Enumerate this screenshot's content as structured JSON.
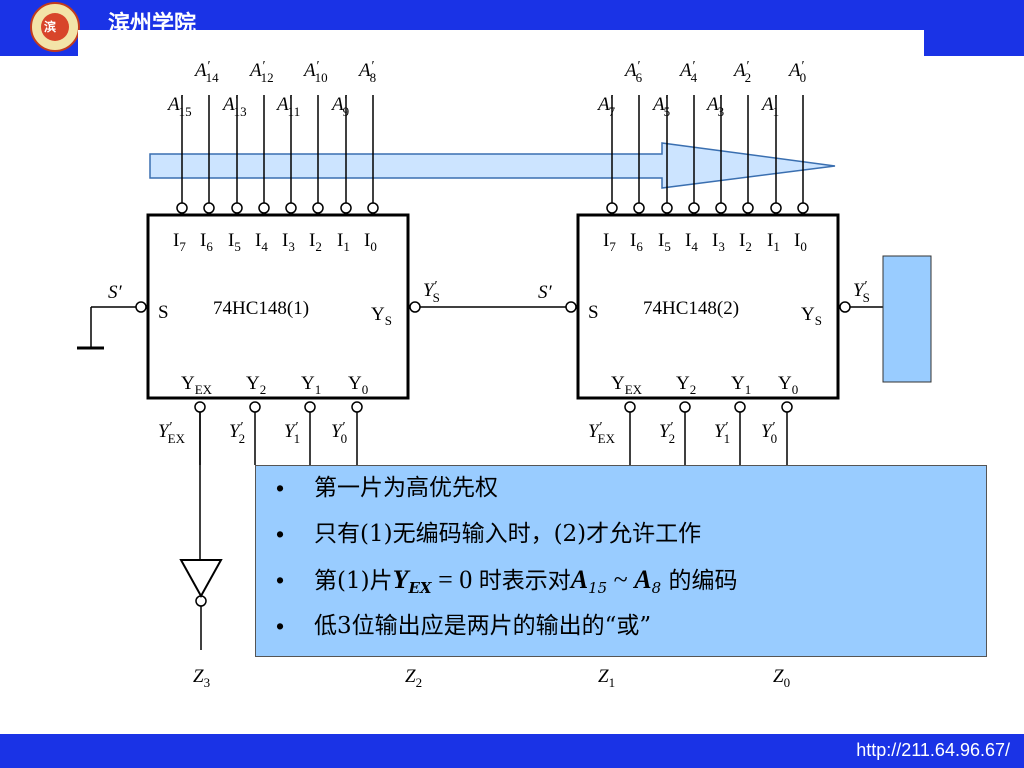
{
  "header": {
    "school_name": "滨州学院",
    "logo_text": "滨"
  },
  "footer": {
    "url": "http://211.64.96.67/"
  },
  "chips": [
    {
      "part": "74HC148(1)",
      "S": "S",
      "YS": "Y",
      "YS_sub": "S",
      "inputs": [
        {
          "n": "I",
          "s": "7"
        },
        {
          "n": "I",
          "s": "6"
        },
        {
          "n": "I",
          "s": "5"
        },
        {
          "n": "I",
          "s": "4"
        },
        {
          "n": "I",
          "s": "3"
        },
        {
          "n": "I",
          "s": "2"
        },
        {
          "n": "I",
          "s": "1"
        },
        {
          "n": "I",
          "s": "0"
        }
      ],
      "outputs": [
        {
          "n": "Y",
          "s": "EX"
        },
        {
          "n": "Y",
          "s": "2"
        },
        {
          "n": "Y",
          "s": "1"
        },
        {
          "n": "Y",
          "s": "0"
        }
      ],
      "in_s_label": "S′",
      "out_ys_label": "Y",
      "out_ys_sub": "S"
    },
    {
      "part": "74HC148(2)",
      "S": "S",
      "YS": "Y",
      "YS_sub": "S",
      "inputs": [
        {
          "n": "I",
          "s": "7"
        },
        {
          "n": "I",
          "s": "6"
        },
        {
          "n": "I",
          "s": "5"
        },
        {
          "n": "I",
          "s": "4"
        },
        {
          "n": "I",
          "s": "3"
        },
        {
          "n": "I",
          "s": "2"
        },
        {
          "n": "I",
          "s": "1"
        },
        {
          "n": "I",
          "s": "0"
        }
      ],
      "outputs": [
        {
          "n": "Y",
          "s": "EX"
        },
        {
          "n": "Y",
          "s": "2"
        },
        {
          "n": "Y",
          "s": "1"
        },
        {
          "n": "Y",
          "s": "0"
        }
      ],
      "in_s_label": "S′",
      "out_ys_label": "Y",
      "out_ys_sub": "S"
    }
  ],
  "address_labels_left_top": [
    "14",
    "12",
    "10",
    "8"
  ],
  "address_labels_left_bottom": [
    "15",
    "13",
    "11",
    "9"
  ],
  "address_labels_right_top": [
    "6",
    "4",
    "2",
    "0"
  ],
  "address_labels_right_bottom": [
    "7",
    "5",
    "3",
    "1"
  ],
  "address_letter": "A",
  "z_outputs": [
    {
      "n": "Z",
      "s": "3"
    },
    {
      "n": "Z",
      "s": "2"
    },
    {
      "n": "Z",
      "s": "1"
    },
    {
      "n": "Z",
      "s": "0"
    }
  ],
  "notes": {
    "bullet": "•",
    "item1": "第一片为高优先权",
    "item2": "只有(1)无编码输入时，(2)才允许工作",
    "item3_a": "第(1)片",
    "item3_y": "Y",
    "item3_ysub": "EX",
    "item3_eq": " = 0 ",
    "item3_b": "时表示对",
    "item3_a15": "A",
    "item3_a15sub": "15",
    "item3_tilde": " ~ ",
    "item3_a8": "A",
    "item3_a8sub": "8",
    "item3_c": " 的编码",
    "item4": "低3位输出应是两片的输出的“或”"
  },
  "colors": {
    "bar": "#1a33e6",
    "notes_bg": "#99ccff",
    "arrow_fill": "#cce4ff",
    "arrow_stroke": "#3a6fb0"
  }
}
